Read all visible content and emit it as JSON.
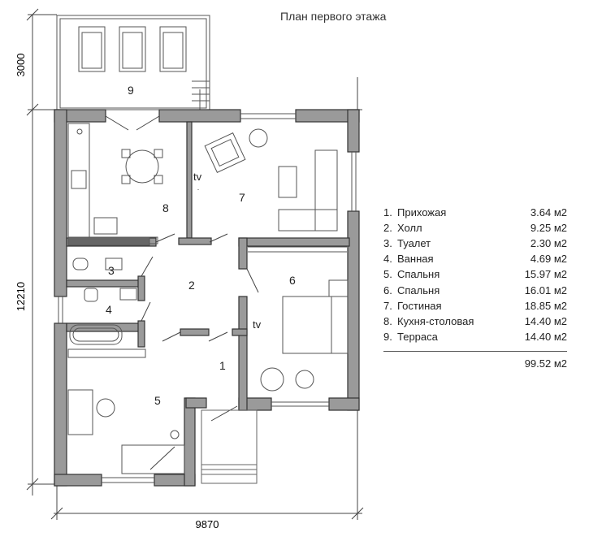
{
  "title": "План первого этажа",
  "dimensions": {
    "width": "9870",
    "height_main": "12210",
    "height_terrace": "3000"
  },
  "room_labels": [
    "1",
    "2",
    "3",
    "4",
    "5",
    "6",
    "7",
    "8",
    "9"
  ],
  "tv_label": "tv",
  "rooms": [
    {
      "num": "1.",
      "name": "Прихожая",
      "area": "3.64 м2"
    },
    {
      "num": "2.",
      "name": "Холл",
      "area": "9.25 м2"
    },
    {
      "num": "3.",
      "name": "Туалет",
      "area": "2.30 м2"
    },
    {
      "num": "4.",
      "name": "Ванная",
      "area": "4.69 м2"
    },
    {
      "num": "5.",
      "name": "Спальня",
      "area": "15.97 м2"
    },
    {
      "num": "6.",
      "name": "Спальня",
      "area": "16.01 м2"
    },
    {
      "num": "7.",
      "name": "Гостиная",
      "area": "18.85 м2"
    },
    {
      "num": "8.",
      "name": "Кухня-столовая",
      "area": "14.40 м2"
    },
    {
      "num": "9.",
      "name": "Терраса",
      "area": "14.40 м2"
    }
  ],
  "total": "99.52 м2",
  "colors": {
    "wall": "#9a9a9a",
    "wall_stroke": "#333333",
    "line": "#444444"
  }
}
